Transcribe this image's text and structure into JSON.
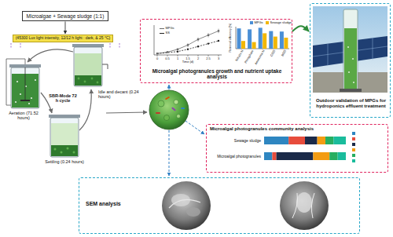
{
  "diagram": {
    "nodes": [
      {
        "text": [
          "Microalgae + Sewage sludge (1:1)"
        ]
      },
      {
        "text": [
          "(45300 Lux light intensity, 12/12 h light : dark, & 25 °C)"
        ]
      },
      {
        "text": [
          "Microalgal photogranules growth and nutrient uptake analysis"
        ]
      },
      {
        "text": [
          "Outdoor validation of MPGs for hydroponics effluent treatment"
        ]
      },
      {
        "text": [
          "Microalgal photogranules community analysis"
        ]
      },
      {
        "text": [
          "SEM analysis"
        ]
      }
    ],
    "edges": [
      {
        "from": 0,
        "to": 1,
        "arrow": "to"
      },
      {
        "from": 2,
        "to": 3,
        "arrow": "to"
      }
    ],
    "labels": [
      "SBR-Mode 72 h cycle",
      "Aeration (71.52 hours)",
      "Settling (0.24 hours)",
      "Idle and decant (0.24 hours)",
      "0",
      "0.5",
      "1",
      "1.5",
      "2",
      "2.5",
      "3",
      "Time (d)",
      "Removal efficiency (%)",
      "Nitrate-N",
      "Phosphate",
      "Ammonia-N",
      "COD",
      "BOD",
      "Sewage sludge",
      "Microalgal photogranules"
    ],
    "legend": [
      {
        "text": "MPGs"
      },
      {
        "text": "SS"
      },
      {
        "text": "MPGs",
        "color": "#4a8fd6"
      },
      {
        "text": "Sewage sludge",
        "color": "#f2b705"
      }
    ]
  }
}
